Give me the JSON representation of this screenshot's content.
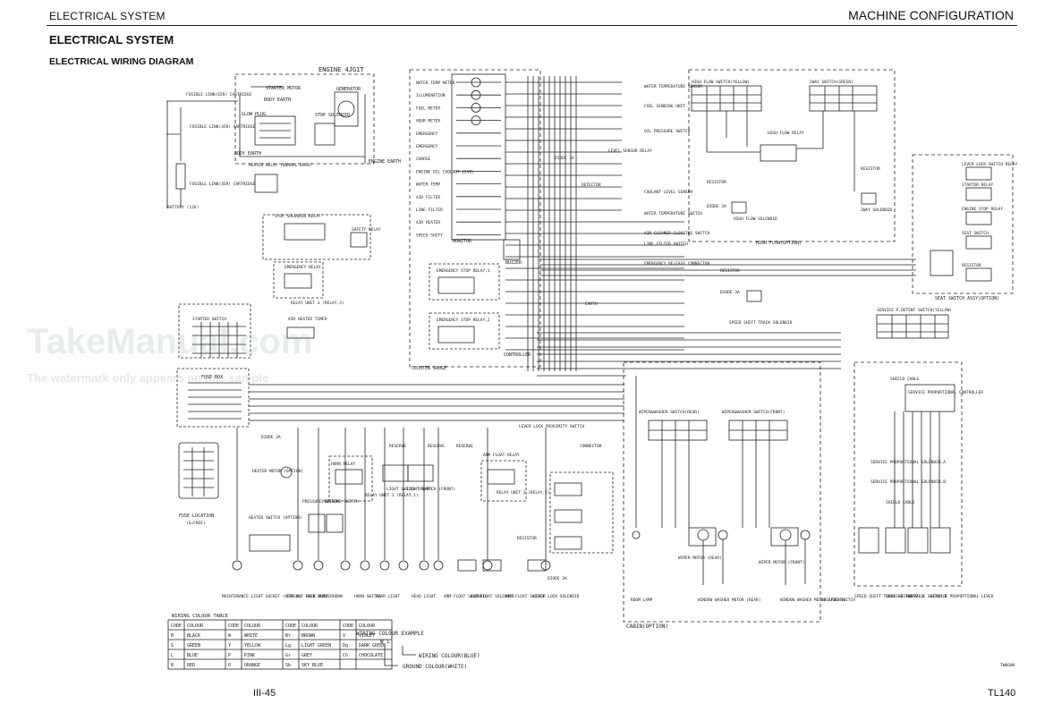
{
  "header": {
    "left": "ELECTRICAL SYSTEM",
    "right": "MACHINE CONFIGURATION"
  },
  "title": "ELECTRICAL SYSTEM",
  "subtitle": "ELECTRICAL WIRING DIAGRAM",
  "footer": {
    "page": "III-45",
    "model": "TL140"
  },
  "watermark": {
    "brand": "TakeManual.com",
    "note": "The watermark only appears on this sample"
  },
  "blocks": {
    "engine": "ENGINE 4JG1T",
    "starter_motor": "STARTER MOTOR",
    "body_earth": "BODY EARTH",
    "glow_plug": "GLOW PLUG",
    "stop_solenoid": "STOP SOLENOID",
    "generator": "GENERATOR",
    "engine_earth": "ENGINE EARTH",
    "fusible_link_1": "FUSIBLE LINK(65R) CARTRIDGE",
    "fusible_link_2": "FUSIBLE LINK(45R) CARTRIDGE",
    "fusible_link_3": "FUSIBLE LINK(45R) CARTRIDGE",
    "heater_relay": "HEATER RELAY (NORMAL OPEN)",
    "battery": "BATTERY (12V)",
    "stop_solenoid_relay": "STOP SOLENOID RELAY",
    "safety_relay": "SAFETY RELAY",
    "emergency_relay": "EMERGENCY RELAY",
    "relay_unit_3": "RELAY UNIT 3 (RELAY,3)",
    "air_heater_timer": "AIR HEATER TIMER",
    "starter_switch": "STARTER SWITCH",
    "fuse_box": "FUSE BOX",
    "fuse_location": "FUSE LOCATION",
    "fuse_location_sub": "(S=FREE)",
    "monitor": "MONITOR",
    "buzzer": "BUZZER",
    "cluster_gauge": "CLUSTER GAUGE",
    "controller": "CONTROLLER",
    "es_relay_1": "EMERGENCY STOP RELAY,1",
    "es_relay_2": "EMERGENCY STOP RELAY,2",
    "earth": "EARTH",
    "cabin": "CABIN(OPTION)",
    "high_flow": "HIGH FLOW(OPTION)",
    "seat_switch_assy": "SEAT SWITCH ASSY(OPTION)"
  },
  "monitor_items": [
    "WATER TEMP METER",
    "ILLUMINATION",
    "FUEL METER",
    "HOUR METER",
    "EMERGENCY",
    "EMERGENCY",
    "CHARGE",
    "ENGINE OIL COOLANT LEVEL",
    "WATER TEMP",
    "AIR FILTER",
    "LINE FILTER",
    "AIR HEATER",
    "SPEED SHIFT"
  ],
  "sensors": [
    "WATER TEMPERATURE SENSOR",
    "FUEL SENDING UNIT",
    "OIL PRESSURE SWITCH",
    "LEVEL SENSOR RELAY",
    "DIODE 3A",
    "DETECTOR",
    "COOLANT LEVEL SENSOR",
    "WATER TEMPERATURE SWITCH",
    "AIR CLEANER CLOGGING SWITCH",
    "LINE FILTER SWITCH",
    "EMERGENCY RELEASE CONNECTOR"
  ],
  "high_flow_items": {
    "switch": "HIGH FLOW SWITCH(YELLOW)",
    "relay": "HIGH FLOW RELAY",
    "resistor": "RESISTOR",
    "diode": "DIODE 3A",
    "solenoid": "HIGH FLOW SOLENOID",
    "way_switch": "2WAY SWITCH(GREEN)",
    "resistor2": "RESISTOR",
    "way_solenoid": "2WAY SOLENOID"
  },
  "seat_items": [
    "LEVER LOCK SWITCH RELAY",
    "STARTER RELAY",
    "ENGINE STOP RELAY",
    "SEAT SWITCH",
    "RESISTOR"
  ],
  "speed_items": {
    "resistor": "RESISTOR",
    "diode": "DIODE 3A",
    "solenoid": "SPEED SHIFT TRACK SOLENOID"
  },
  "service_items": {
    "switch": "SERVICE P.DETENT SWITCH(YELLOW)",
    "controller": "SERVICE PROPORTIONAL CONTROLLER",
    "shield": "SHIELD CABLE",
    "sol_a": "SERVICE PROPORTIONAL SOLENOID,A",
    "sol_b": "SERVICE PROPORTIONAL SOLENOID,B",
    "shield2": "SHIELD CABLE"
  },
  "wiper_items": {
    "rear_switch": "WIPER&WASHER SWITCH(REAR)",
    "front_switch": "WIPER&WASHER SWITCH(FRONT)",
    "rear_motor": "WIPER MOTOR (REAR)",
    "front_motor": "WIPER MOTOR (FRONT)",
    "washer_rear": "WINDOW WASHER MOTOR (REAR)",
    "washer_front": "WINDOW WASHER MOTOR (FRONT)",
    "room_lamp": "ROOM LAMP",
    "reserve": "RESERVE SWITCH"
  },
  "bottom_labels": [
    "MAINTENANCE LIGHT SOCKET (OPTION)",
    "AIR OUT FEED PUMP",
    "BACK BUZZER",
    "HORN",
    "HORN SWITCH",
    "REAR LIGHT",
    "HEAD LIGHT",
    "ARM FLOAT SOLENOID",
    "ARM FLOAT SOLENOID",
    "ARM FLOAT SWITCH",
    "LEVER LOCK SOLENOID",
    "SPEED SHIFT TRACK SWITCH",
    "SERVICE SWITCH,A",
    "SERVICE SWITCH,B",
    "SERVICE PROPORTIONAL LEVER"
  ],
  "mid_labels": {
    "heater_motor": "HEATER MOTOR (OPTION)",
    "heater_switch": "HEATER SWITCH (OPTION)",
    "pressure_switch": "PRESSURE SWITCH",
    "pressure_switch2": "PRESSURE SWITCH",
    "horn_relay": "HORN RELAY",
    "relay_unit_1": "RELAY UNIT 1 (RELAY,1)",
    "light_switch_rear": "LIGHT SWITCH (REAR)",
    "light_switch_front": "LIGHT SWITCH (FRONT)",
    "reserve1": "RESERVE",
    "reserve2": "RESERVE",
    "reserve3": "RESERVE",
    "arm_float_relay": "ARM FLOAT RELAY",
    "relay_unit_2": "RELAY UNIT 2 (RELAY,2)",
    "lever_lock_switch": "LEVER LOCK PROXIMITY SWITCH",
    "connector": "CONNECTOR",
    "diode": "DIODE 3A",
    "resistor": "RESISTOR"
  },
  "wiring_table": {
    "title": "WIRING COLOUR TABLE",
    "headers": [
      "CODE",
      "COLOUR",
      "CODE",
      "COLOUR",
      "CODE",
      "COLOUR",
      "CODE",
      "COLOUR"
    ],
    "rows": [
      [
        "B",
        "BLACK",
        "W",
        "WHITE",
        "Br",
        "BROWN",
        "V",
        "VIOLET"
      ],
      [
        "G",
        "GREEN",
        "Y",
        "YELLOW",
        "Lg",
        "LIGHT GREEN",
        "Dg",
        "DARK GREEN"
      ],
      [
        "L",
        "BLUE",
        "P",
        "PINK",
        "Gr",
        "GREY",
        "Ch",
        "CHOCOLATE"
      ],
      [
        "R",
        "RED",
        "O",
        "ORANGE",
        "Sb",
        "SKY BLUE",
        "",
        ""
      ]
    ]
  },
  "example": {
    "title": "WIRING COLOUR EXAMPLE",
    "code": "W  L",
    "line1": "WIRING COLOUR(BLUE)",
    "line2": "GROUND COLOUR(WHITE)"
  },
  "figure_code": "TW0600"
}
